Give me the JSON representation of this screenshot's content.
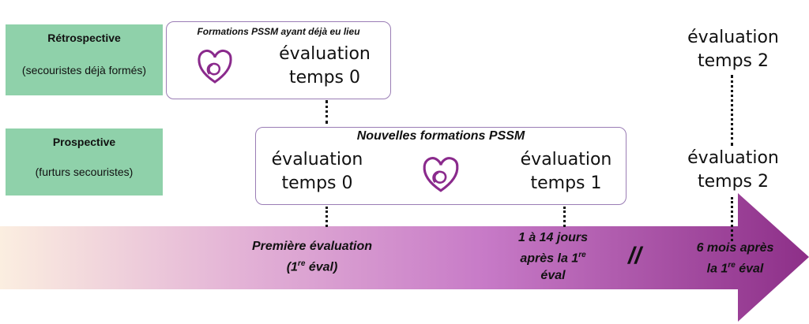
{
  "rows": {
    "retro": {
      "title": "Rétrospective",
      "subtitle": "(secouristes déjà formés)"
    },
    "prosp": {
      "title": "Prospective",
      "subtitle": "(furturs secouristes)"
    }
  },
  "panels": {
    "past": {
      "title": "Formations PSSM ayant déjà eu lieu",
      "eval": [
        "évaluation",
        "temps 0"
      ]
    },
    "new": {
      "title": "Nouvelles formations PSSM",
      "eval0": [
        "évaluation",
        "temps 0"
      ],
      "eval1": [
        "évaluation",
        "temps 1"
      ]
    }
  },
  "right_evals": {
    "top": [
      "évaluation",
      "temps 2"
    ],
    "bottom": [
      "évaluation",
      "temps 2"
    ]
  },
  "timeline": {
    "first": {
      "line1": "Première évaluation",
      "line2_pre": "(1",
      "line2_sup": "re",
      "line2_post": " éval)"
    },
    "mid": {
      "line1": "1 à 14 jours",
      "line2_pre": "après la 1",
      "line2_sup": "re",
      "line3": "éval"
    },
    "break": "//",
    "last": {
      "line1": "6 mois après",
      "line2_pre": "la 1",
      "line2_sup": "re",
      "line2_post": " éval"
    }
  },
  "colors": {
    "label_green": "#8fd1aa",
    "heart": "#8a2a8c",
    "panel_border": "#9a7db5",
    "arrow_start": "#fbeee0",
    "arrow_end": "#8d2f88"
  }
}
